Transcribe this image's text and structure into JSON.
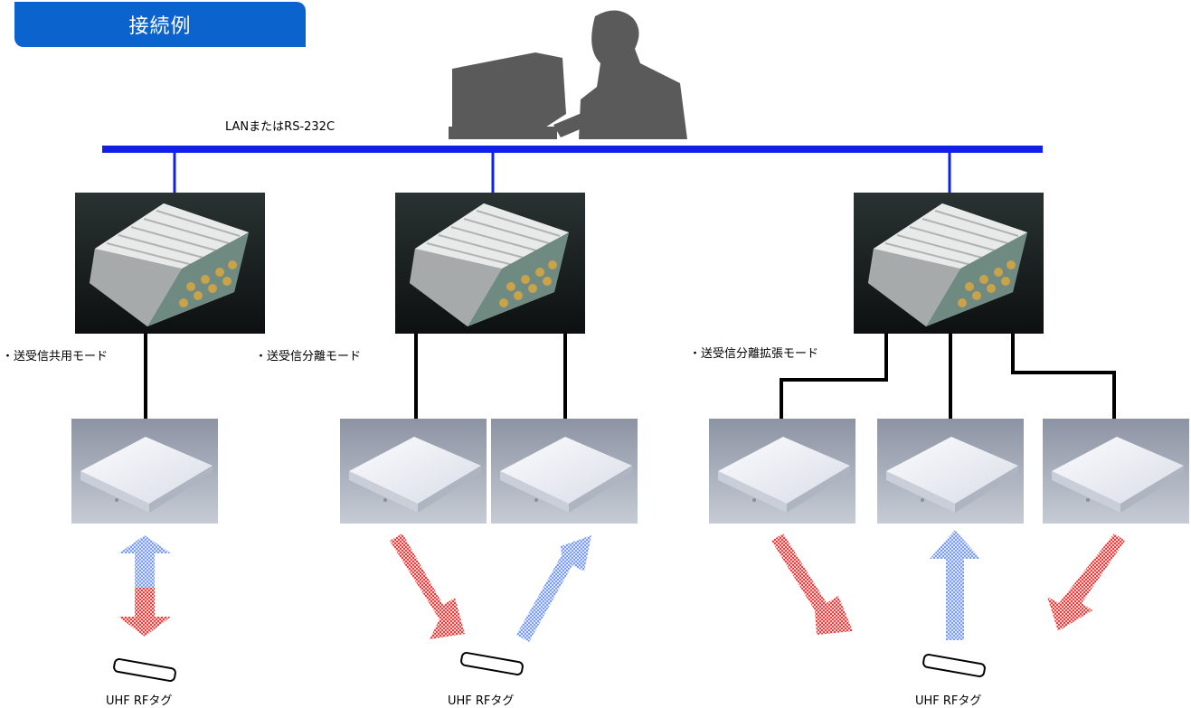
{
  "title": "接続例",
  "network_label": "LANまたはRS-232C",
  "modes": [
    {
      "label": "・送受信共用モード"
    },
    {
      "label": "・送受信分離モード"
    },
    {
      "label": "・送受信分離拡張モード"
    }
  ],
  "tag_label": "UHF RFタグ",
  "tags": [
    {
      "label": "UHF RFタグ"
    },
    {
      "label": "UHF RFタグ"
    },
    {
      "label": "UHF RFタグ"
    }
  ],
  "colors": {
    "title_bg": "#0b63cd",
    "bus": "#1020e6",
    "transmit_arrow": "#f05050",
    "receive_arrow": "#8aaaf0"
  },
  "icons": [
    "computer-user-silhouette",
    "rfid-reader",
    "antenna-panel",
    "rfid-tag"
  ]
}
